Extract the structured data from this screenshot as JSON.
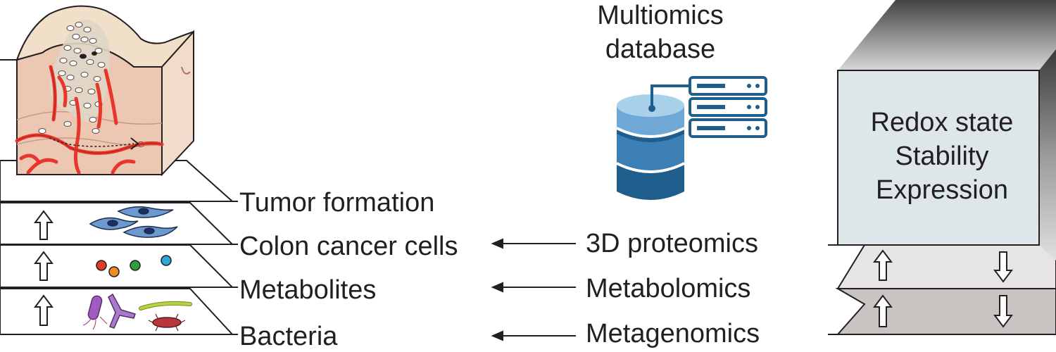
{
  "layer_labels": {
    "tumor": "Tumor formation",
    "cells": "Colon cancer cells",
    "metabolites": "Metabolites",
    "bacteria": "Bacteria"
  },
  "omics_labels": {
    "proteomics": "3D proteomics",
    "metabolomics": "Metabolomics",
    "metagenomics": "Metagenomics"
  },
  "database": {
    "title_line1": "Multiomics",
    "title_line2": "database"
  },
  "state_box": {
    "line1": "Redox state",
    "line2": "Stability",
    "line3": "Expression"
  },
  "icons": [
    "tumor-tissue-block-icon",
    "cell-icon",
    "metabolite-dot-icon",
    "bacteria-icon",
    "database-cylinder-icon",
    "server-rack-icon",
    "up-arrow-icon",
    "down-arrow-icon",
    "left-arrow-icon"
  ],
  "colors": {
    "db_dark": "#1f5e8c",
    "db_mid": "#3b82b8",
    "db_light": "#8ec2e3",
    "box_face": "#dde6e8",
    "vessel": "#e8362c",
    "tissue": "#e9c9b3",
    "cell_blue": "#5b8fc9",
    "bacteria_purple": "#a15bbf",
    "bacteria_green": "#a8c83a",
    "bacteria_red": "#b8353d"
  }
}
